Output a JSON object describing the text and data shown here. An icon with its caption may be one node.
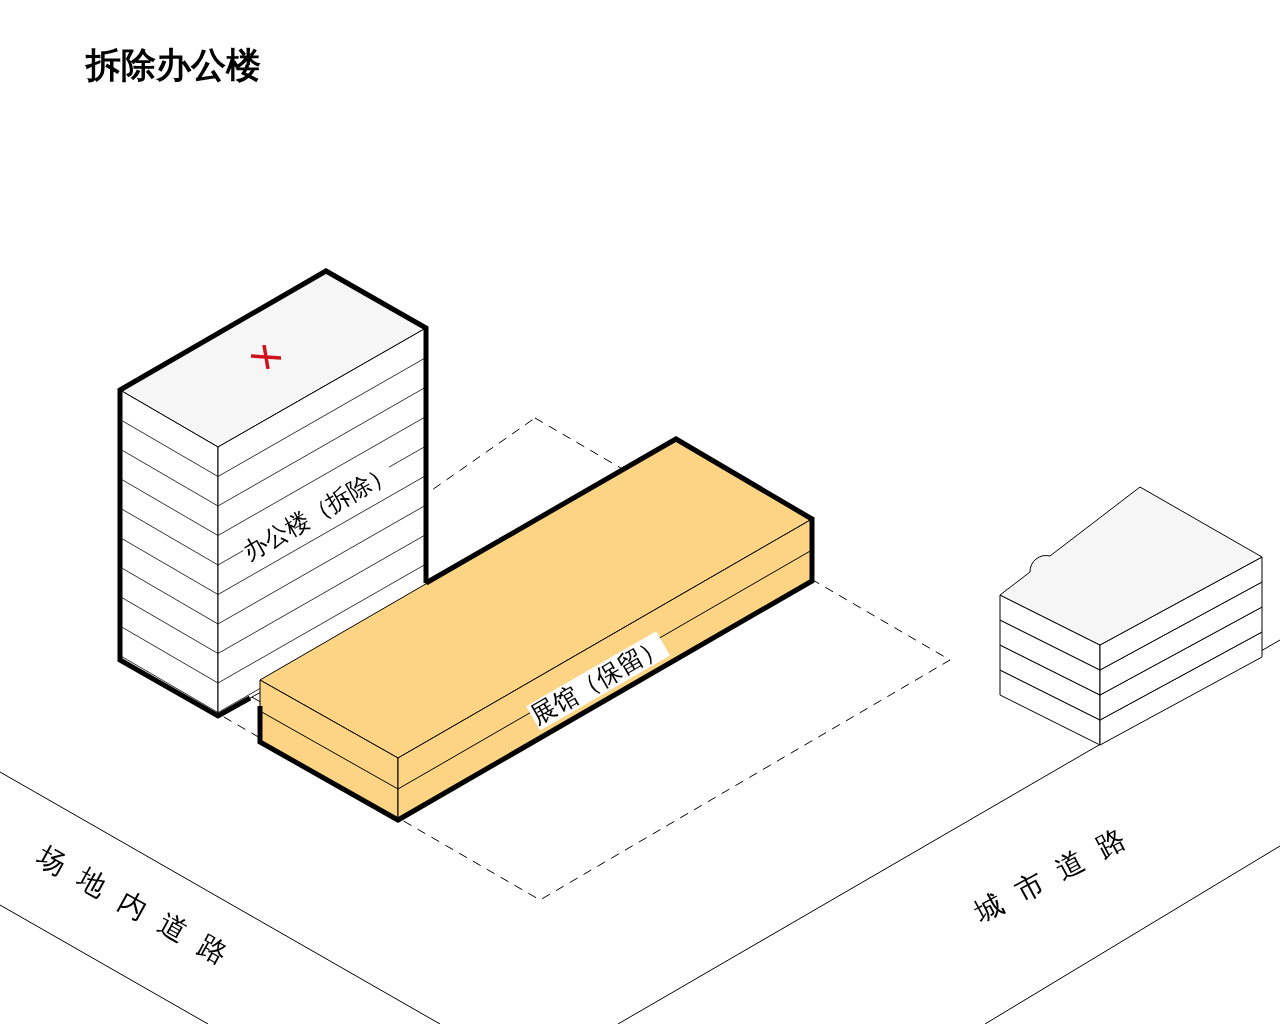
{
  "diagram": {
    "title": "拆除办公楼",
    "nodes": [
      {
        "text": [
          "办公楼（拆除）"
        ]
      },
      {
        "text": [
          "展馆（保留）"
        ]
      },
      {
        "text": [],
        "shape": "box"
      }
    ],
    "labels": [
      "场地内道路",
      "城市道路"
    ]
  }
}
